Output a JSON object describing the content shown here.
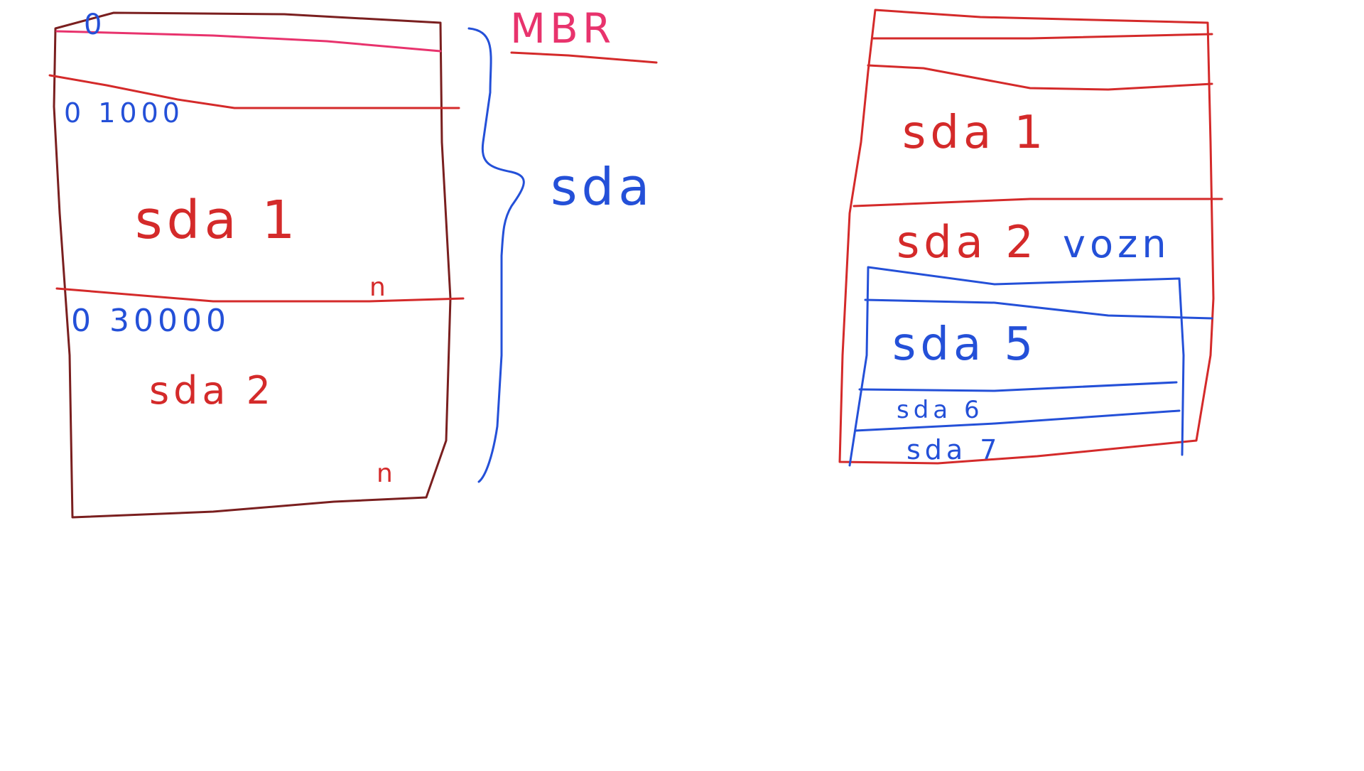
{
  "colors": {
    "disk_outline": "#7a1f1f",
    "partition_red": "#d42a2a",
    "mbr_pink": "#e8336d",
    "annotation_blue": "#2450d8"
  },
  "left_disk": {
    "top_marker": "0",
    "sector_start_1": "0 1000",
    "partition_1_label": "sda 1",
    "partition_1_end": "n",
    "sector_start_2": "0 30000",
    "partition_2_label": "sda 2",
    "disk_end": "n"
  },
  "annotations": {
    "mbr_label": "MBR",
    "disk_label": "sda"
  },
  "right_disk": {
    "partition_1_label": "sda 1",
    "partition_2_label": "sda 2",
    "extended_note": "vozn",
    "logical_5_label": "sda 5",
    "logical_6_label": "sda 6",
    "logical_7_label": "sda 7"
  }
}
